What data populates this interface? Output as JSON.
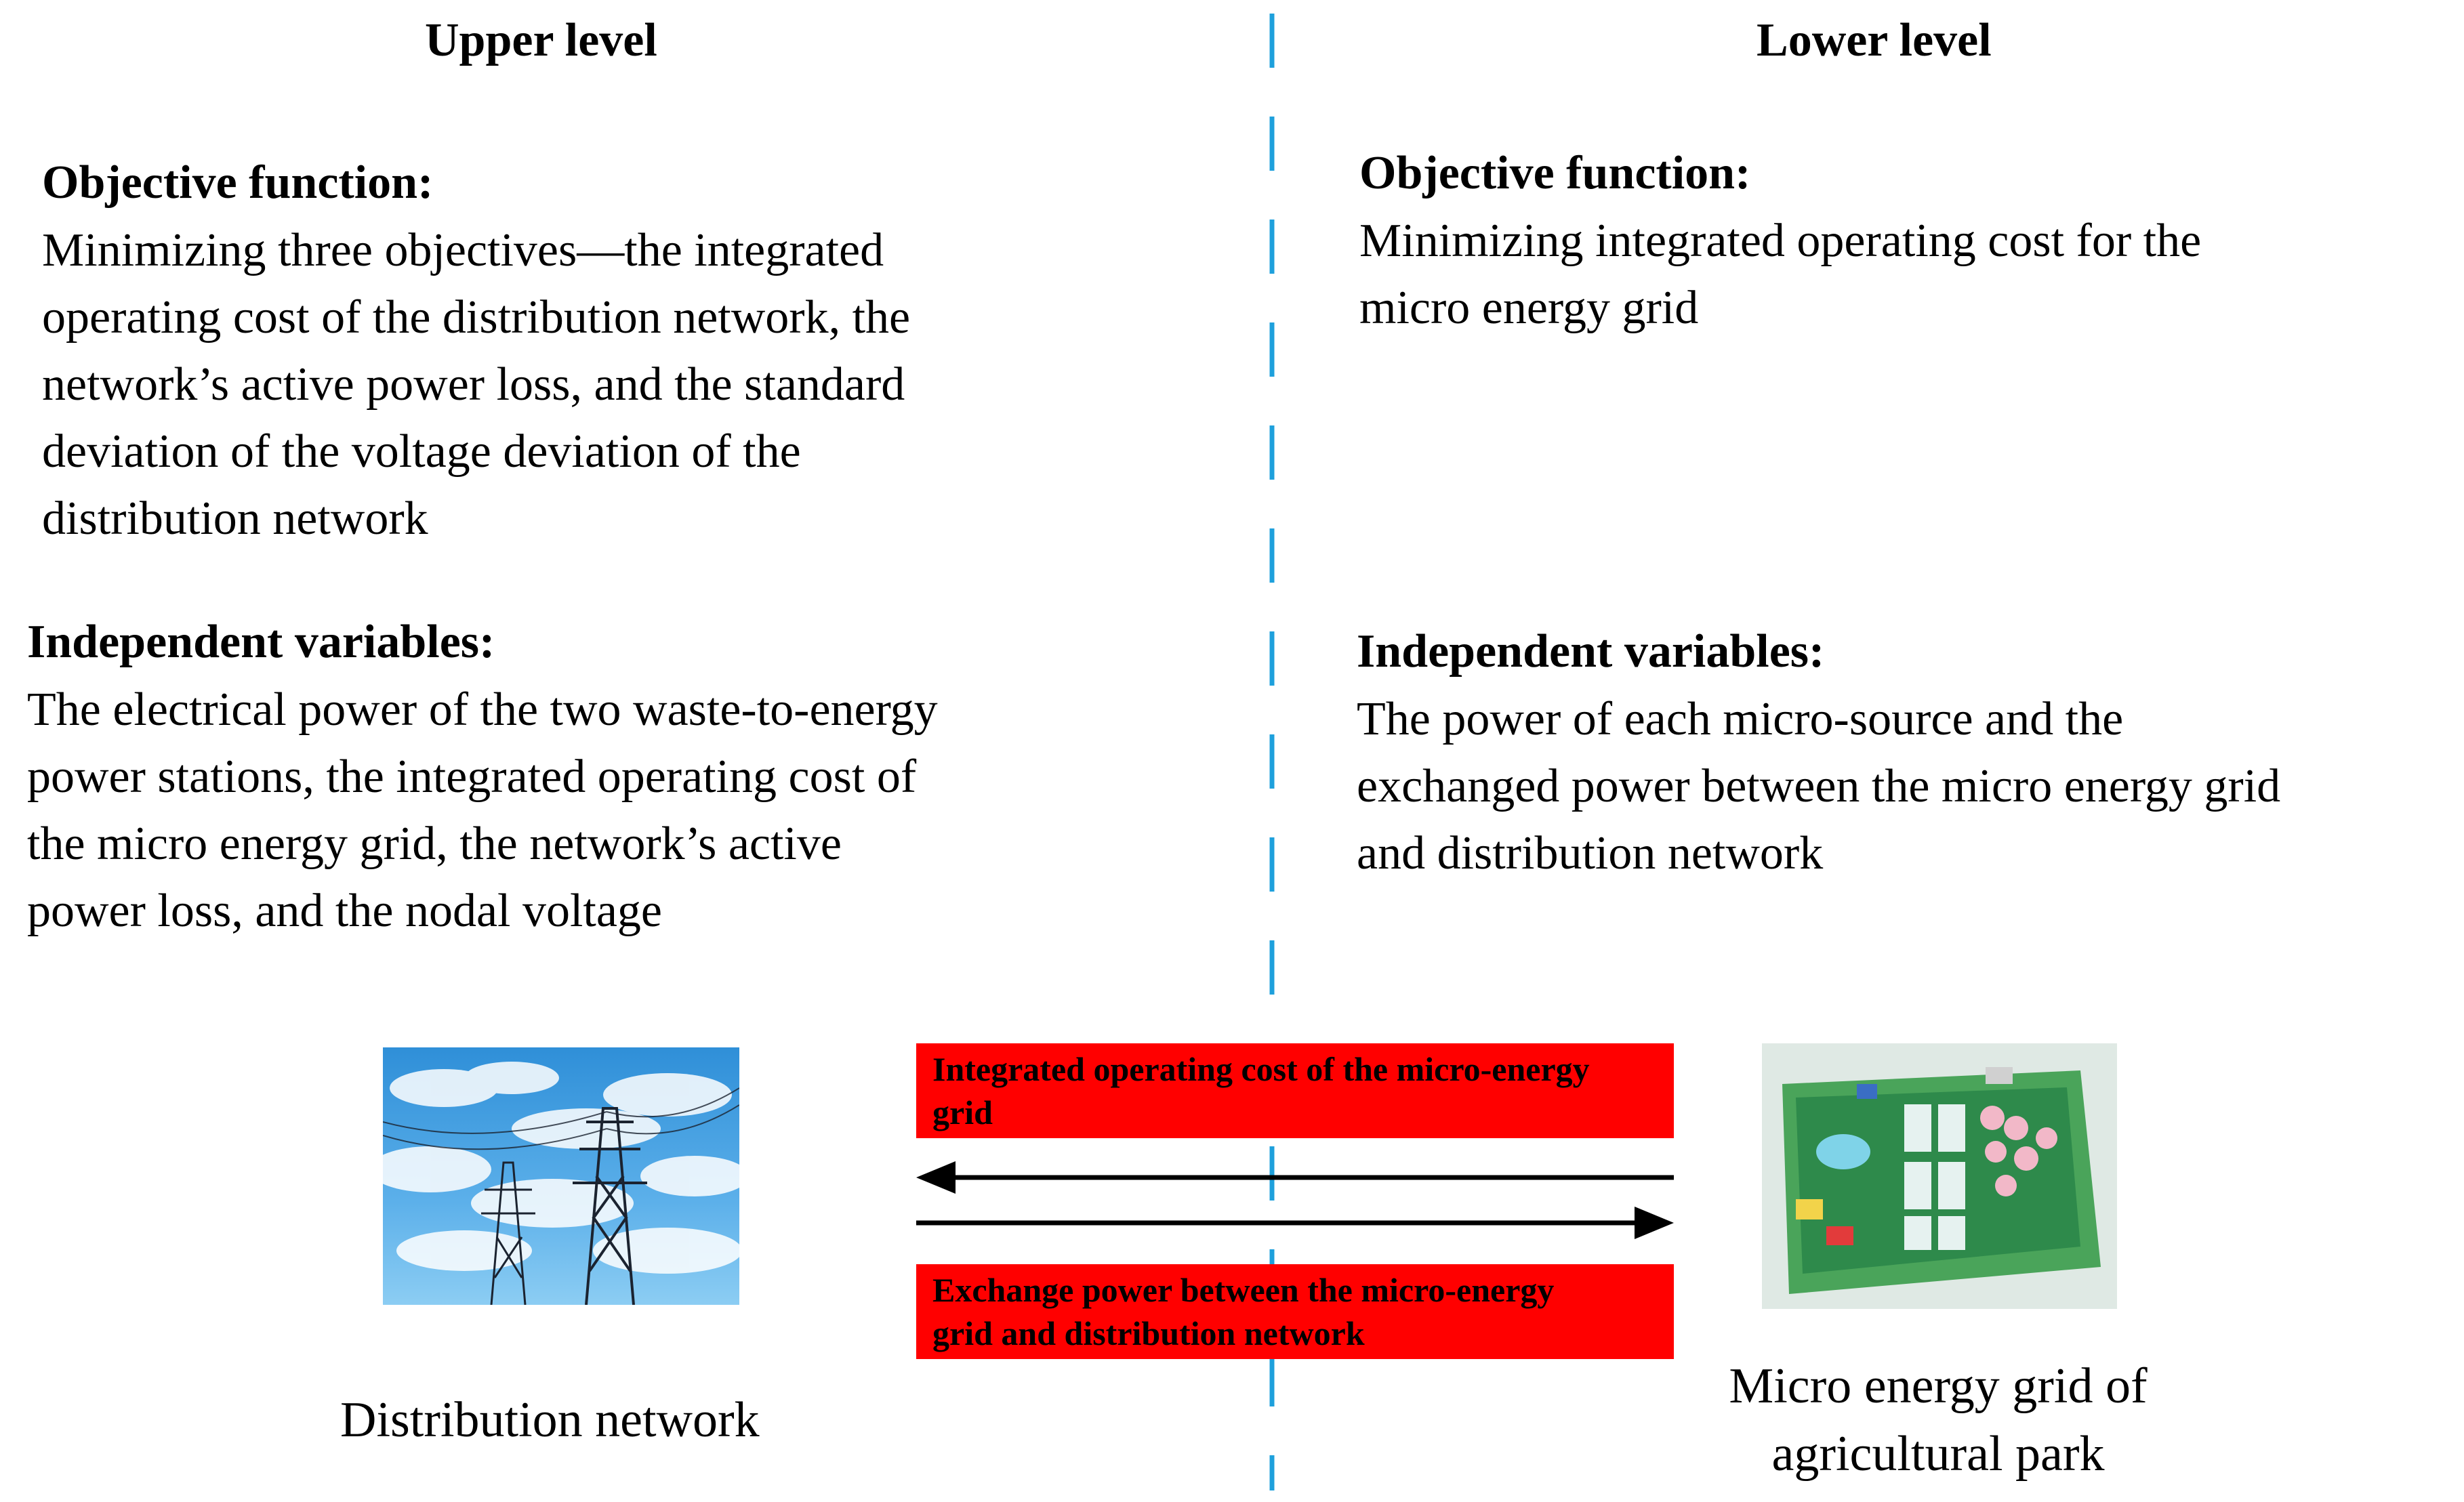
{
  "upper": {
    "title": "Upper level",
    "objective_heading": "Objective function:",
    "objective_lines": [
      "Minimizing three objectives—the integrated",
      "operating cost of the distribution network, the",
      "network’s active power loss, and the standard",
      "deviation of the voltage deviation of the",
      "distribution network"
    ],
    "variables_heading": "Independent variables:",
    "variables_lines": [
      "The electrical power of the two waste-to-energy",
      "power stations, the integrated operating cost of",
      "the micro energy grid, the network’s active",
      "power loss, and the nodal voltage"
    ]
  },
  "lower": {
    "title": "Lower level",
    "objective_heading": "Objective function:",
    "objective_lines": [
      "Minimizing integrated operating cost for the",
      "micro energy grid"
    ],
    "variables_heading": "Independent variables:",
    "variables_lines": [
      "The power of each micro-source and the",
      "exchanged power between the micro energy grid",
      "and distribution network"
    ]
  },
  "flows": {
    "cost_lines": [
      "Integrated operating cost of the micro-energy",
      "grid"
    ],
    "exchange_lines": [
      "Exchange power between the micro-energy",
      "grid and distribution network"
    ]
  },
  "nodes": {
    "distribution_label": "Distribution network",
    "microgrid_lines": [
      "Micro energy grid of",
      "agricultural park"
    ]
  },
  "colors": {
    "divider": "#1ea0dc",
    "flow_box": "#ff0000",
    "arrow": "#000000"
  }
}
